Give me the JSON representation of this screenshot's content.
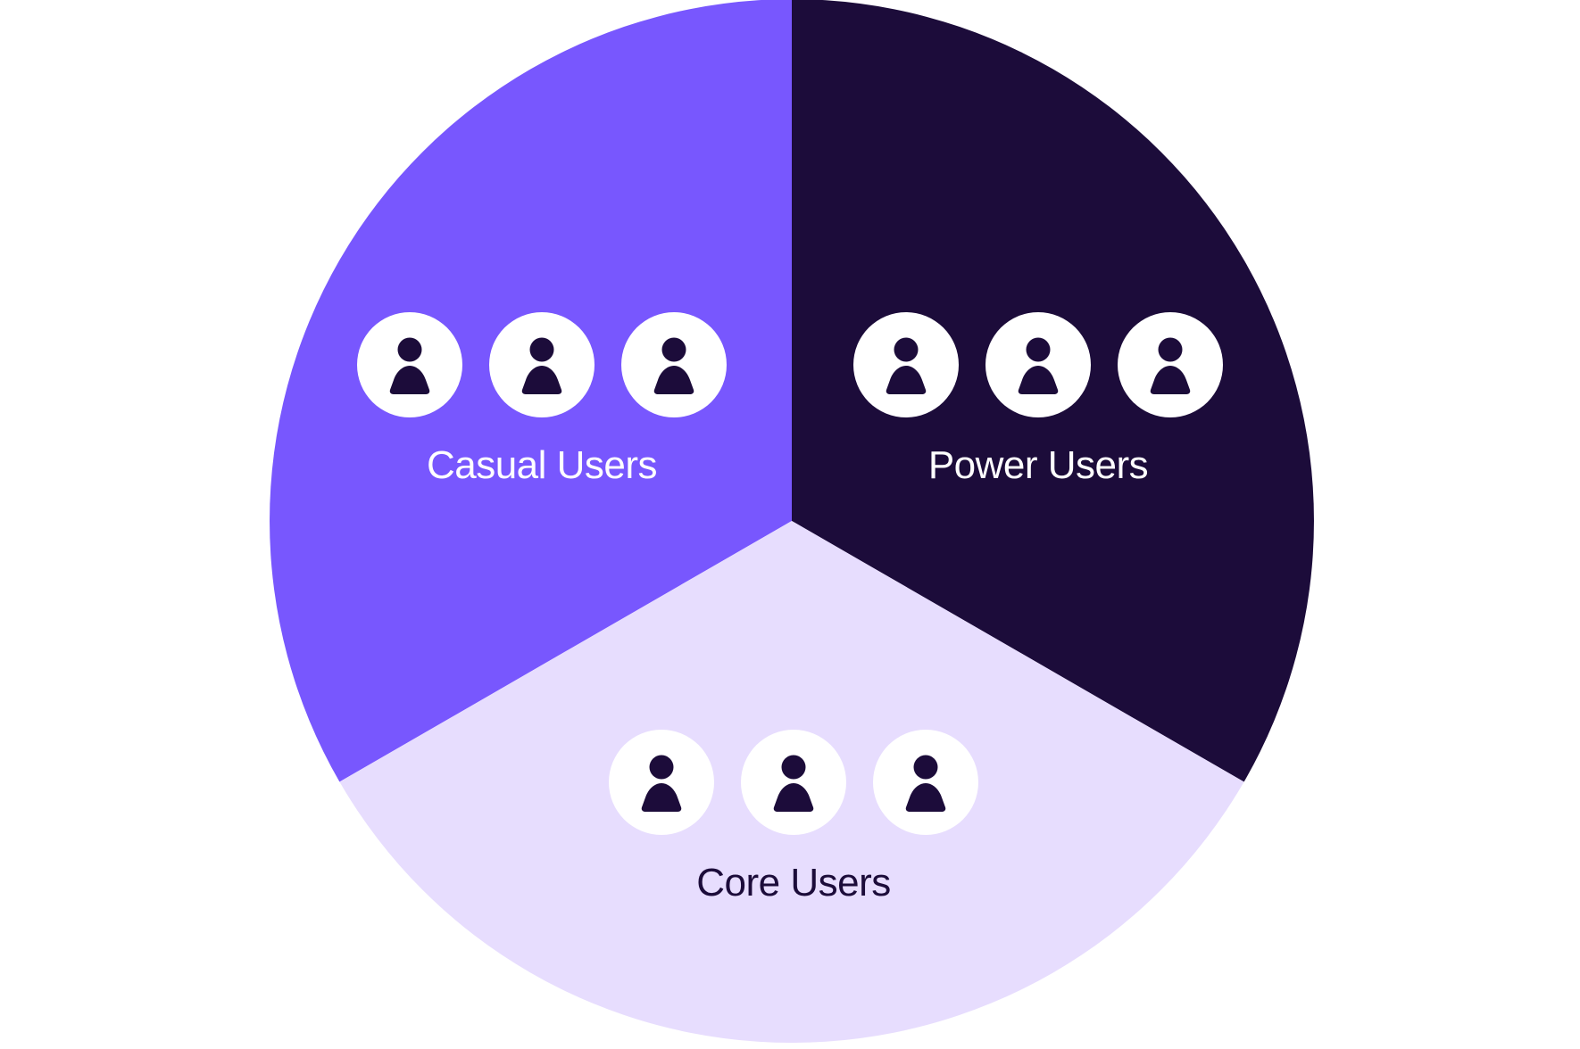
{
  "colors": {
    "background": "#ffffff",
    "casual": "#7857FE",
    "power": "#1C0C3A",
    "core": "#E7DDFE",
    "icon_badge": "#ffffff",
    "icon_glyph": "#1C0C3A",
    "label_light": "#ffffff",
    "label_dark": "#1C0C3A"
  },
  "segments": [
    {
      "id": "casual",
      "label": "Casual Users",
      "icon": "user-icon",
      "icon_count": 3
    },
    {
      "id": "power",
      "label": "Power Users",
      "icon": "user-icon",
      "icon_count": 3
    },
    {
      "id": "core",
      "label": "Core Users",
      "icon": "user-icon",
      "icon_count": 3
    }
  ],
  "chart_data": {
    "type": "pie",
    "title": "",
    "categories": [
      "Casual Users",
      "Power Users",
      "Core Users"
    ],
    "values": [
      33.3,
      33.3,
      33.3
    ],
    "colors": [
      "#7857FE",
      "#1C0C3A",
      "#E7DDFE"
    ],
    "start_angle_deg": 90,
    "direction": "counterclockwise from top for Casual (left), clockwise for Power (right), Core at bottom",
    "legend": "none (labels inside slices)",
    "annotations": "Each slice contains three user-avatar icons above its label"
  }
}
